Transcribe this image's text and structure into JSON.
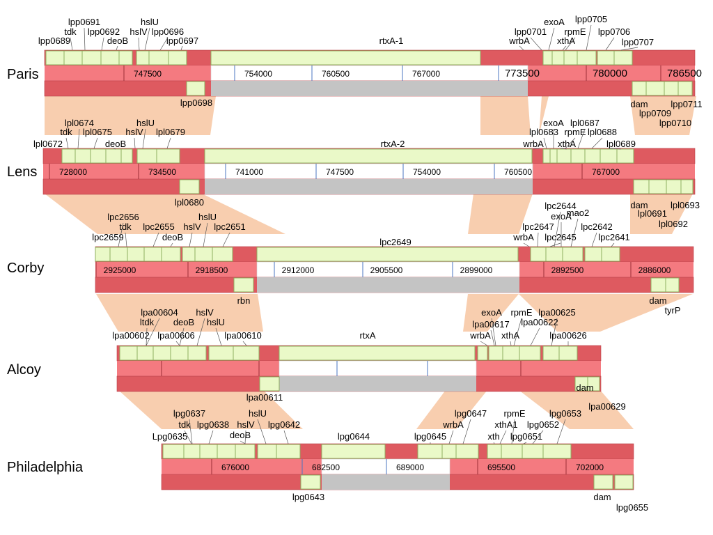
{
  "colors": {
    "gene_fill": "#eaf9c8",
    "gene_stroke": "#8fae5f",
    "scale_red": "#f47a80",
    "scale_dark": "#d6545c",
    "genome_track": "#de5a60",
    "gap_grey": "#c4c4c4",
    "synteny": "#f7c9a6",
    "tick_blue": "#4a74c0"
  },
  "strains": [
    {
      "name": "Paris",
      "coords": [
        "747500",
        "754000",
        "760500",
        "767000",
        "773500",
        "780000",
        "786500"
      ],
      "gene_labels": [
        "lpp0689",
        "lpp0691",
        "tdk",
        "lpp0692",
        "deoB",
        "hslU",
        "hslV",
        "lpp0696",
        "lpp0697",
        "rtxA-1",
        "lpp0701",
        "wrbA",
        "exoA",
        "rpmE",
        "xthA",
        "lpp0705",
        "lpp0706",
        "lpp0707"
      ],
      "bottom_labels": [
        "lpp0698",
        "dam",
        "lpp0709",
        "lpp0710",
        "lpp0711"
      ]
    },
    {
      "name": "Lens",
      "coords": [
        "728000",
        "734500",
        "741000",
        "747500",
        "754000",
        "760500",
        "767000"
      ],
      "gene_labels": [
        "lpl0672",
        "lpl0674",
        "tdk",
        "lpl0675",
        "deoB",
        "hslU",
        "hslV",
        "lpl0679",
        "rtxA-2",
        "lpl0683",
        "wrbA",
        "exoA",
        "rpmE",
        "xthA",
        "lpl0687",
        "lpl0688",
        "lpl0689"
      ],
      "bottom_labels": [
        "lpl0680",
        "dam",
        "lpl0691",
        "lpl0692",
        "lpl0693"
      ]
    },
    {
      "name": "Corby",
      "coords": [
        "2925000",
        "2918500",
        "2912000",
        "2905500",
        "2899000",
        "2892500",
        "2886000"
      ],
      "gene_labels": [
        "lpc2659",
        "lpc2656",
        "tdk",
        "lpc2655",
        "deoB",
        "hslU",
        "hslV",
        "lpc2651",
        "lpc2649",
        "lpc2647",
        "wrbA",
        "lpc2644",
        "exoA",
        "mao2",
        "lpc2645",
        "lpc2642",
        "lpc2641"
      ],
      "bottom_labels": [
        "rbn",
        "dam",
        "tyrP"
      ]
    },
    {
      "name": "Alcoy",
      "coords": [],
      "gene_labels": [
        "lpa00602",
        "lpa00604",
        "ltdk",
        "lpa00606",
        "deoB",
        "hslV",
        "hslU",
        "lpa00610",
        "rtxA",
        "lpa00617",
        "wrbA",
        "exoA",
        "xthA",
        "rpmE",
        "lpa00622",
        "lpa00625",
        "lpa00626"
      ],
      "bottom_labels": [
        "lpa00611",
        "dam",
        "lpa00629"
      ]
    },
    {
      "name": "Philadelphia",
      "coords": [
        "676000",
        "682500",
        "689000",
        "695500",
        "702000"
      ],
      "gene_labels": [
        "Lpg0635",
        "lpg0637",
        "tdk",
        "lpg0638",
        "deoB",
        "hslV",
        "hslU",
        "lpg0642",
        "lpg0644",
        "lpg0645",
        "wrbA",
        "lpg0647",
        "xth",
        "xthA1",
        "rpmE",
        "lpg0651",
        "lpg0652",
        "lpg0653"
      ],
      "bottom_labels": [
        "lpg0643",
        "dam",
        "lpg0655"
      ]
    }
  ]
}
